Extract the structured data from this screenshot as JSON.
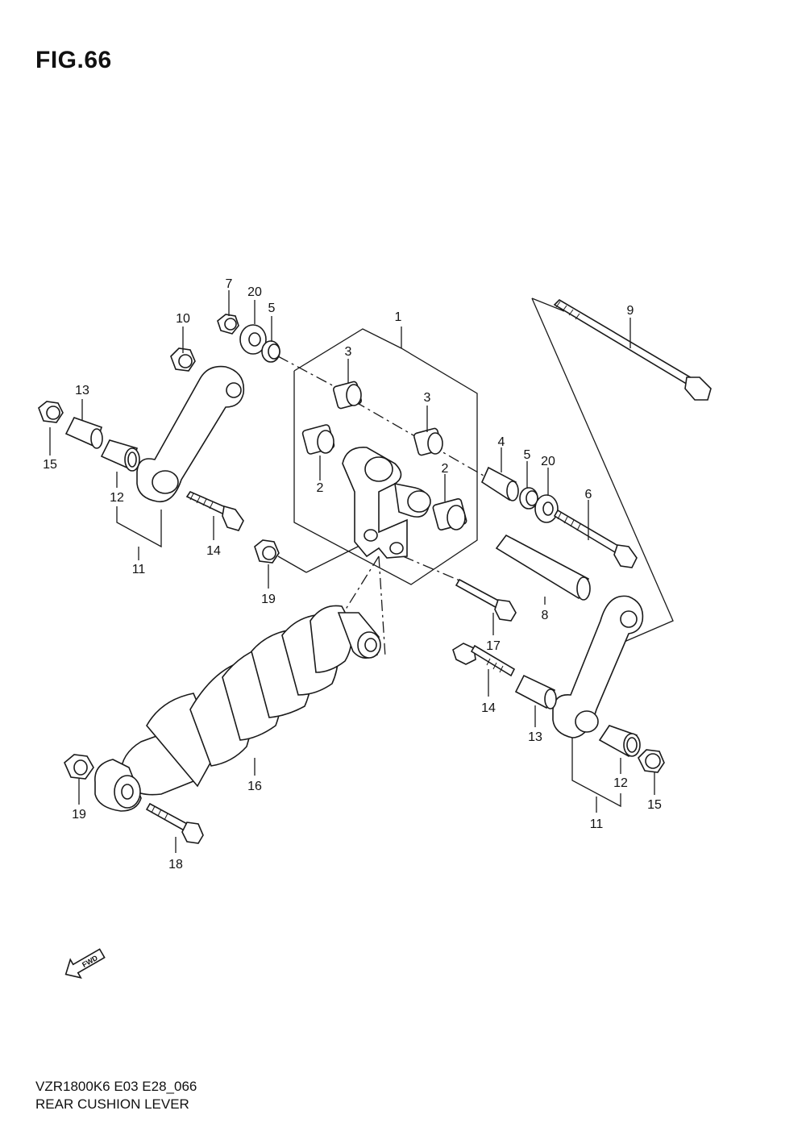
{
  "figure": {
    "title": "FIG.66",
    "model_code": "VZR1800K6 E03 E28_066",
    "name": "REAR CUSHION LEVER",
    "fwd_label": "FWD"
  },
  "callouts": {
    "c1": "1",
    "c2a": "2",
    "c2b": "2",
    "c3a": "3",
    "c3b": "3",
    "c4": "4",
    "c5a": "5",
    "c5b": "5",
    "c6": "6",
    "c7": "7",
    "c8": "8",
    "c9": "9",
    "c10": "10",
    "c11a": "11",
    "c11b": "11",
    "c12a": "12",
    "c12b": "12",
    "c13a": "13",
    "c13b": "13",
    "c14a": "14",
    "c14b": "14",
    "c15a": "15",
    "c15b": "15",
    "c16": "16",
    "c17": "17",
    "c18": "18",
    "c19a": "19",
    "c19b": "19",
    "c20a": "20",
    "c20b": "20"
  }
}
